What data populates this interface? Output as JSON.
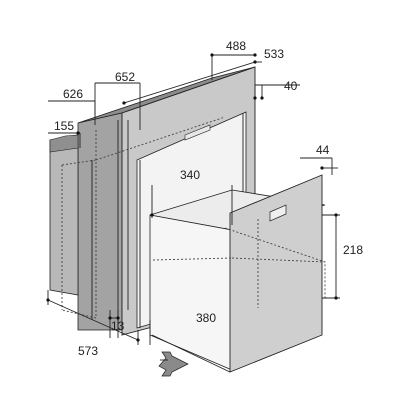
{
  "dimensions": {
    "d488": "488",
    "d533": "533",
    "d652": "652",
    "d626": "626",
    "d40": "40",
    "d155": "155",
    "d44": "44",
    "d340": "340",
    "d218": "218",
    "d380": "380",
    "d13": "13",
    "d573": "573"
  },
  "colors": {
    "outline": "#222222",
    "body_dark": "#9a9a9a",
    "body_mid": "#b4b4b4",
    "body_light": "#d2d2d2",
    "frame": "#c8c8c8",
    "drawer_front": "#cfcfcf",
    "interior": "#f4f4f4"
  },
  "icons": {
    "insert_arrow": "arrow-right-icon"
  }
}
